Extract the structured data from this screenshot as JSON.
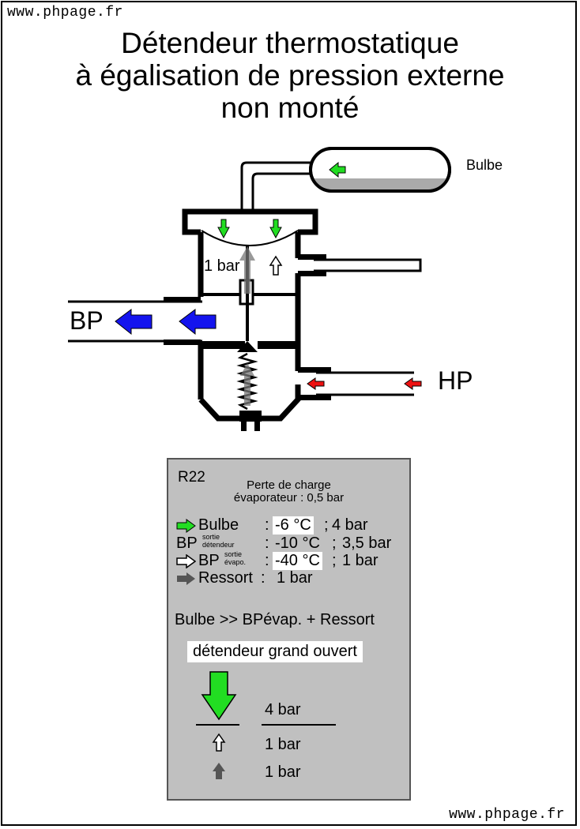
{
  "watermark": {
    "top": "www.phpage.fr",
    "bottom": "www.phpage.fr"
  },
  "title": {
    "line1": "Détendeur thermostatique",
    "line2": "à égalisation de pression externe",
    "line3": "non monté"
  },
  "labels": {
    "bulb": "Bulbe",
    "spring_pressure": "1 bar",
    "low_pressure": "BP",
    "high_pressure": "HP"
  },
  "colors": {
    "bulb_arrow": "#22dd22",
    "bp_arrow": "#1414ee",
    "hp_arrow": "#ee1111",
    "spring_arrow": "#777777",
    "panel": "#c0c0c0",
    "liquid": "#aaaaaa"
  },
  "info": {
    "refrigerant": "R22",
    "pressure_loss_line1": "Perte de charge",
    "pressure_loss_line2": "évaporateur : 0,5 bar",
    "rows": [
      {
        "icon": "green-arrow-icon",
        "name": "Bulbe",
        "sep": ":",
        "temp": "-6 °C",
        "sep2": ";",
        "pressure": "4 bar"
      },
      {
        "icon": "",
        "name": "BP",
        "sup_top": "sortie",
        "sup_bottom": "détendeur",
        "sep": ":",
        "temp": "-10 °C",
        "sep2": ";",
        "pressure": "3,5 bar"
      },
      {
        "icon": "white-arrow-icon",
        "name": "BP",
        "sup_top": "sortie",
        "sup_bottom": "évapo.",
        "sep": ":",
        "temp": "-40 °C",
        "sep2": ";",
        "pressure": "1 bar"
      },
      {
        "icon": "gray-arrow-icon",
        "name": "Ressort",
        "sep": ":",
        "pressure": "1 bar"
      }
    ],
    "formula": "Bulbe >> BPévap. + Ressort",
    "status": "détendeur grand ouvert",
    "balance": {
      "bulb_value": "4 bar",
      "bp_value": "1 bar",
      "spring_value": "1 bar"
    }
  }
}
